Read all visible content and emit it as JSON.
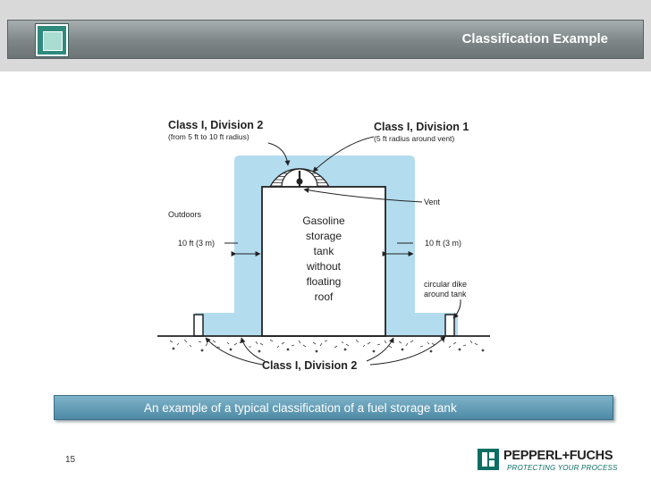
{
  "header": {
    "title": "Classification Example"
  },
  "diagram": {
    "label_div2_top": "Class I, Division 2",
    "label_div2_top_sub": "(from 5 ft to 10 ft radius)",
    "label_div1": "Class I, Division 1",
    "label_div1_sub": "(5 ft radius around vent)",
    "label_vent": "Vent",
    "label_outdoors": "Outdoors",
    "label_dist_left": "10 ft (3 m)",
    "label_dist_right": "10 ft (3 m)",
    "tank_lines": [
      "Gasoline",
      "storage",
      "tank",
      "without",
      "floating",
      "roof"
    ],
    "label_dike_1": "circular dike",
    "label_dike_2": "around tank",
    "label_div2_bottom": "Class I, Division 2"
  },
  "caption": "An example of a typical classification of a fuel storage tank",
  "page_number": "15",
  "brand": {
    "name": "PEPPERL+FUCHS",
    "tagline": "PROTECTING YOUR PROCESS"
  },
  "colors": {
    "zone": "#b3dcee",
    "header": "#7d8587",
    "caption": "#5b97b1",
    "brand": "#0a6e63"
  }
}
